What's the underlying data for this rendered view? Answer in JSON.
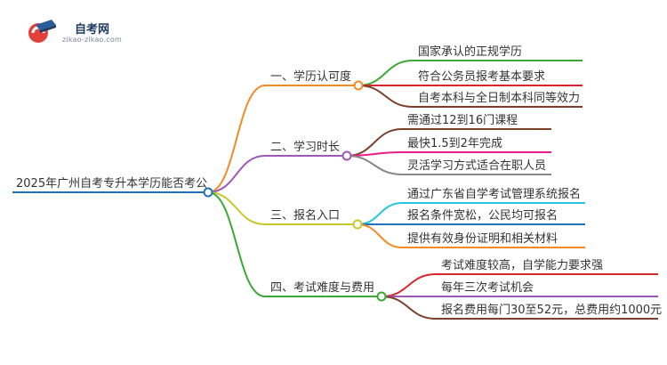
{
  "logo": {
    "title": "自考网",
    "subtitle": "zikao-zikao.com",
    "icon": "graduation-cap-icon"
  },
  "root": {
    "label": "2025年广州自考专升本学历能否考公",
    "color": "#1e73be"
  },
  "branches": [
    {
      "label": "一、学历认可度",
      "color": "#f28a26",
      "leaves": [
        {
          "label": "国家承认的正规学历",
          "color": "#3aaa35"
        },
        {
          "label": "符合公务员报考基本要求",
          "color": "#d9262c"
        },
        {
          "label": "自考本科与全日制本科同等效力",
          "color": "#7b3f2a"
        }
      ]
    },
    {
      "label": "二、学习时长",
      "color": "#9b59b6",
      "leaves": [
        {
          "label": "需通过12到16门课程",
          "color": "#7b3f2a"
        },
        {
          "label": "最快1.5到2年完成",
          "color": "#e91e8c"
        },
        {
          "label": "灵活学习方式适合在职人员",
          "color": "#888888"
        }
      ]
    },
    {
      "label": "三、报名入口",
      "color": "#c8c82a",
      "leaves": [
        {
          "label": "通过广东省自学考试管理系统报名",
          "color": "#26c6da"
        },
        {
          "label": "报名条件宽松，公民均可报名",
          "color": "#1e73be"
        },
        {
          "label": "提供有效身份证明和相关材料",
          "color": "#f28a26"
        }
      ]
    },
    {
      "label": "四、考试难度与费用",
      "color": "#3aaa35",
      "leaves": [
        {
          "label": "考试难度较高，自学能力要求强",
          "color": "#d9262c"
        },
        {
          "label": "每年三次考试机会",
          "color": "#9b59b6"
        },
        {
          "label": "报名费用每门30至52元，总费用约1000元",
          "color": "#7b3f2a"
        }
      ]
    }
  ]
}
